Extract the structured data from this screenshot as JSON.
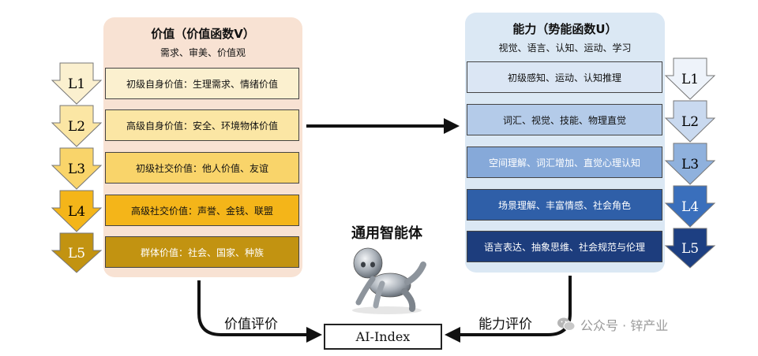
{
  "left_panel": {
    "title": "价值（价值函数V）",
    "subtitle": "需求、审美、价值观",
    "rows": [
      {
        "text": "初级自身价值：生理需求、情绪价值",
        "color": "#fbf0cf"
      },
      {
        "text": "高级自身价值：安全、环境物体价值",
        "color": "#fbe6a4"
      },
      {
        "text": "初级社交价值：他人价值、友谊",
        "color": "#f9d46a"
      },
      {
        "text": "高级社交价值：声誉、金钱、联盟",
        "color": "#f4b519"
      },
      {
        "text": "群体价值：社会、国家、种族",
        "color": "#c29311"
      }
    ],
    "levels": [
      "L1",
      "L2",
      "L3",
      "L4",
      "L5"
    ],
    "level_colors": [
      "#fbf0cf",
      "#fbe6a4",
      "#f9d46a",
      "#f4b519",
      "#c29311"
    ]
  },
  "right_panel": {
    "title": "能力（势能函数U）",
    "subtitle": "视觉、语言、认知、运动、学习",
    "rows": [
      {
        "text": "初级感知、运动、认知推理",
        "color": "#dbe6f4"
      },
      {
        "text": "词汇、视觉、技能、物理直觉",
        "color": "#b4cbe9"
      },
      {
        "text": "空间理解、词汇增加、直觉心理认知",
        "color": "#86a9d9"
      },
      {
        "text": "场景理解、丰富情感、社会角色",
        "color": "#2f5fa8"
      },
      {
        "text": "语言表达、抽象思维、社会规范与伦理",
        "color": "#1d3d7d"
      }
    ],
    "levels": [
      "L1",
      "L2",
      "L3",
      "L4",
      "L5"
    ],
    "level_colors": [
      "#eef3fa",
      "#c9d9ef",
      "#8fb1dd",
      "#3a6fbc",
      "#1d3f82"
    ]
  },
  "center": {
    "agent_title": "通用智能体",
    "value_eval_label": "价值评价",
    "ability_eval_label": "能力评价",
    "index_label": "AI-Index"
  },
  "watermark": {
    "text": "公众号 · 锌产业",
    "icon": "wechat-icon"
  }
}
